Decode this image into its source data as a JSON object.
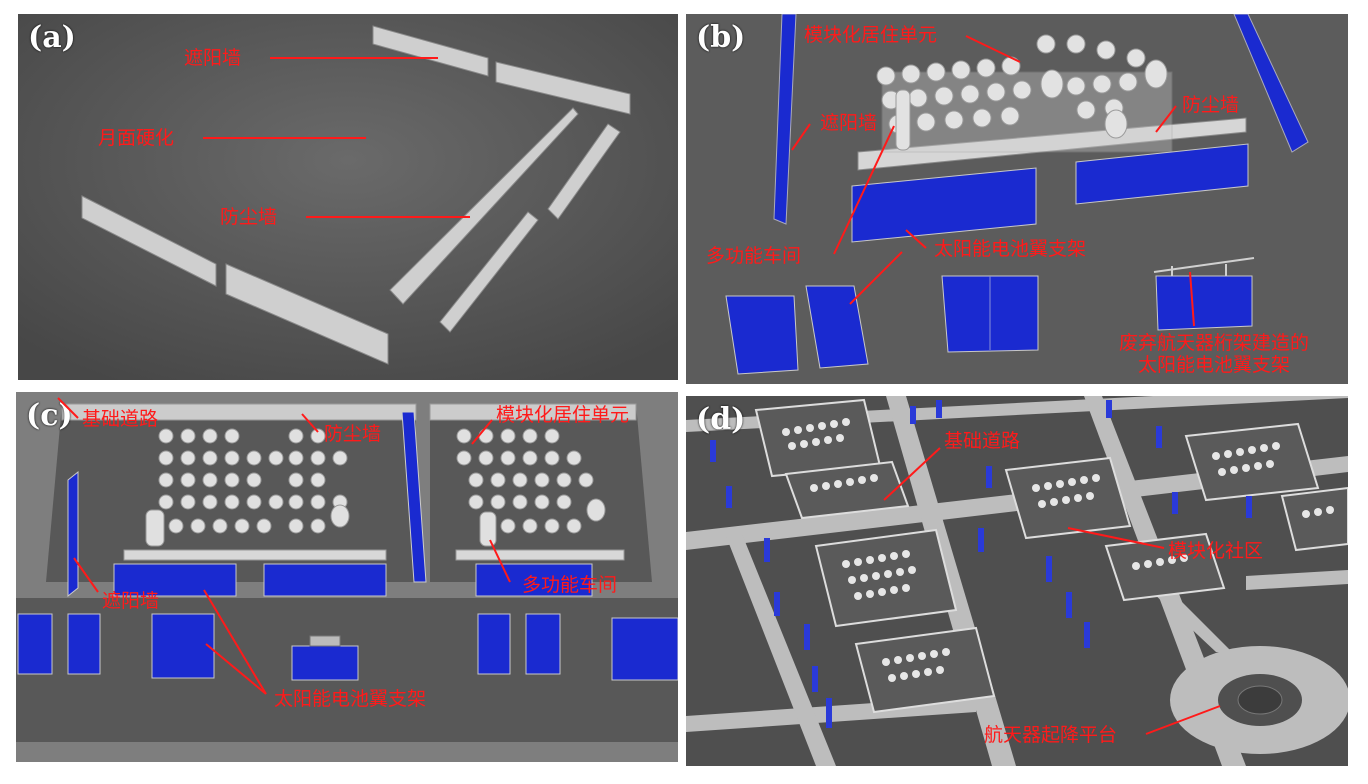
{
  "panels": {
    "a": {
      "tag": "(a)",
      "labels": {
        "sunshade_wall": "遮阳墙",
        "lunar_hardening": "月面硬化",
        "dust_wall": "防尘墙"
      }
    },
    "b": {
      "tag": "(b)",
      "labels": {
        "modular_unit": "模块化居住单元",
        "sunshade_wall": "遮阳墙",
        "dust_wall": "防尘墙",
        "workshop": "多功能车间",
        "solar_bracket": "太阳能电池翼支架",
        "truss_line1": "废弃航天器桁架建造的",
        "truss_line2": "太阳能电池翼支架"
      }
    },
    "c": {
      "tag": "(c)",
      "labels": {
        "road": "基础道路",
        "dust_wall": "防尘墙",
        "modular_unit": "模块化居住单元",
        "sunshade_wall": "遮阳墙",
        "workshop": "多功能车间",
        "solar_bracket": "太阳能电池翼支架"
      }
    },
    "d": {
      "tag": "(d)",
      "labels": {
        "road": "基础道路",
        "community": "模块化社区",
        "launch_platform": "航天器起降平台"
      }
    }
  },
  "colors": {
    "label_red": "#ff1a1a",
    "solar_blue": "#1a2ad0",
    "ground": "#5a5a5a",
    "wall": "#d4d4d4"
  }
}
